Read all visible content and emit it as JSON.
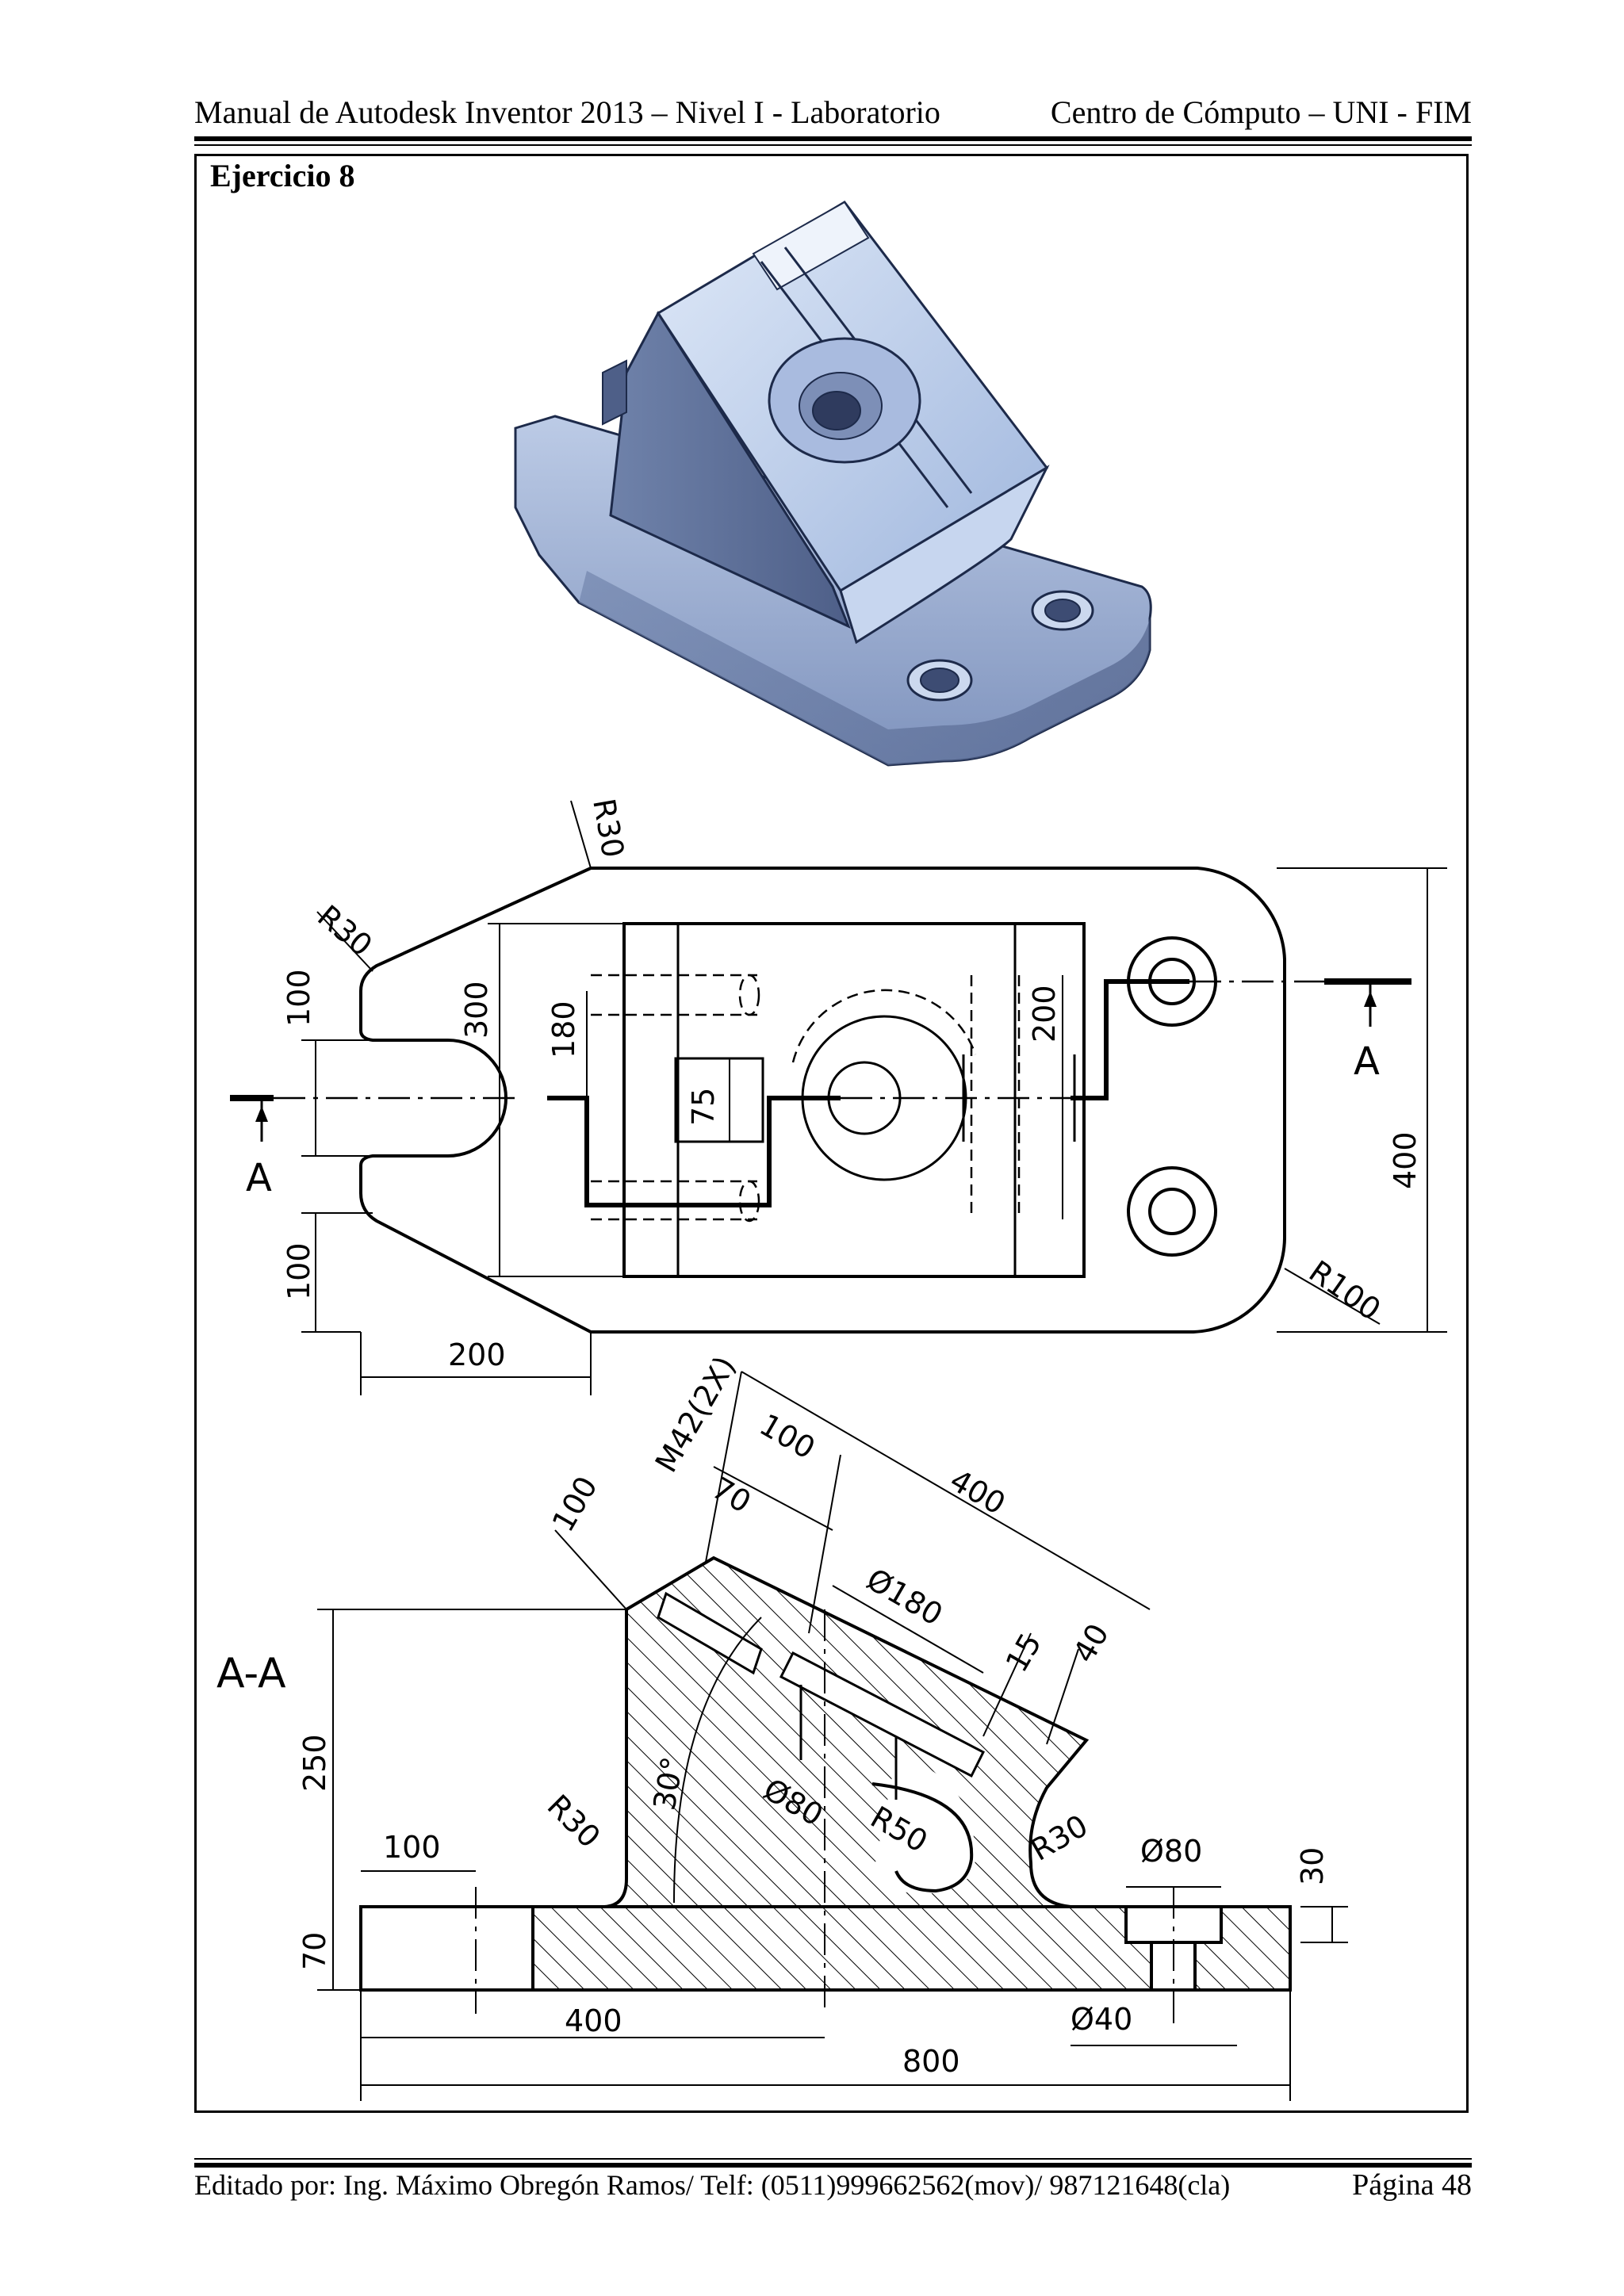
{
  "header": {
    "left": "Manual de Autodesk Inventor 2013 – Nivel I - Laboratorio",
    "right": "Centro de Cómputo – UNI - FIM"
  },
  "exercise_title": "Ejercicio 8",
  "top_view": {
    "dims": {
      "r30_top": "R30",
      "r30_left": "R30",
      "d100_top": "100",
      "d300": "300",
      "d180": "180",
      "d75": "75",
      "d200_inner": "200",
      "d400": "400",
      "r100": "R100",
      "d100_bottom": "100",
      "d200_bottom": "200"
    },
    "section_marker_left": "A",
    "section_marker_right": "A"
  },
  "section_view": {
    "label": "A-A",
    "dims": {
      "m42": "M42(2X)",
      "d100_a": "100",
      "d100_b": "100",
      "d70_a": "70",
      "d400_slant": "400",
      "phi180": "Ø180",
      "d15": "15",
      "d40": "40",
      "d250": "250",
      "angle30": "30°",
      "phi80_center": "Ø80",
      "r50": "R50",
      "r30_left": "R30",
      "r30_right": "R30",
      "d100_base": "100",
      "phi80_hole": "Ø80",
      "d30": "30",
      "d70_base": "70",
      "phi40": "Ø40",
      "d400_base": "400",
      "d800": "800"
    }
  },
  "footer": {
    "left": "Editado por: Ing. Máximo Obregón Ramos/ Telf: (0511)999662562(mov)/ 987121648(cla)",
    "right": "Página 48"
  }
}
